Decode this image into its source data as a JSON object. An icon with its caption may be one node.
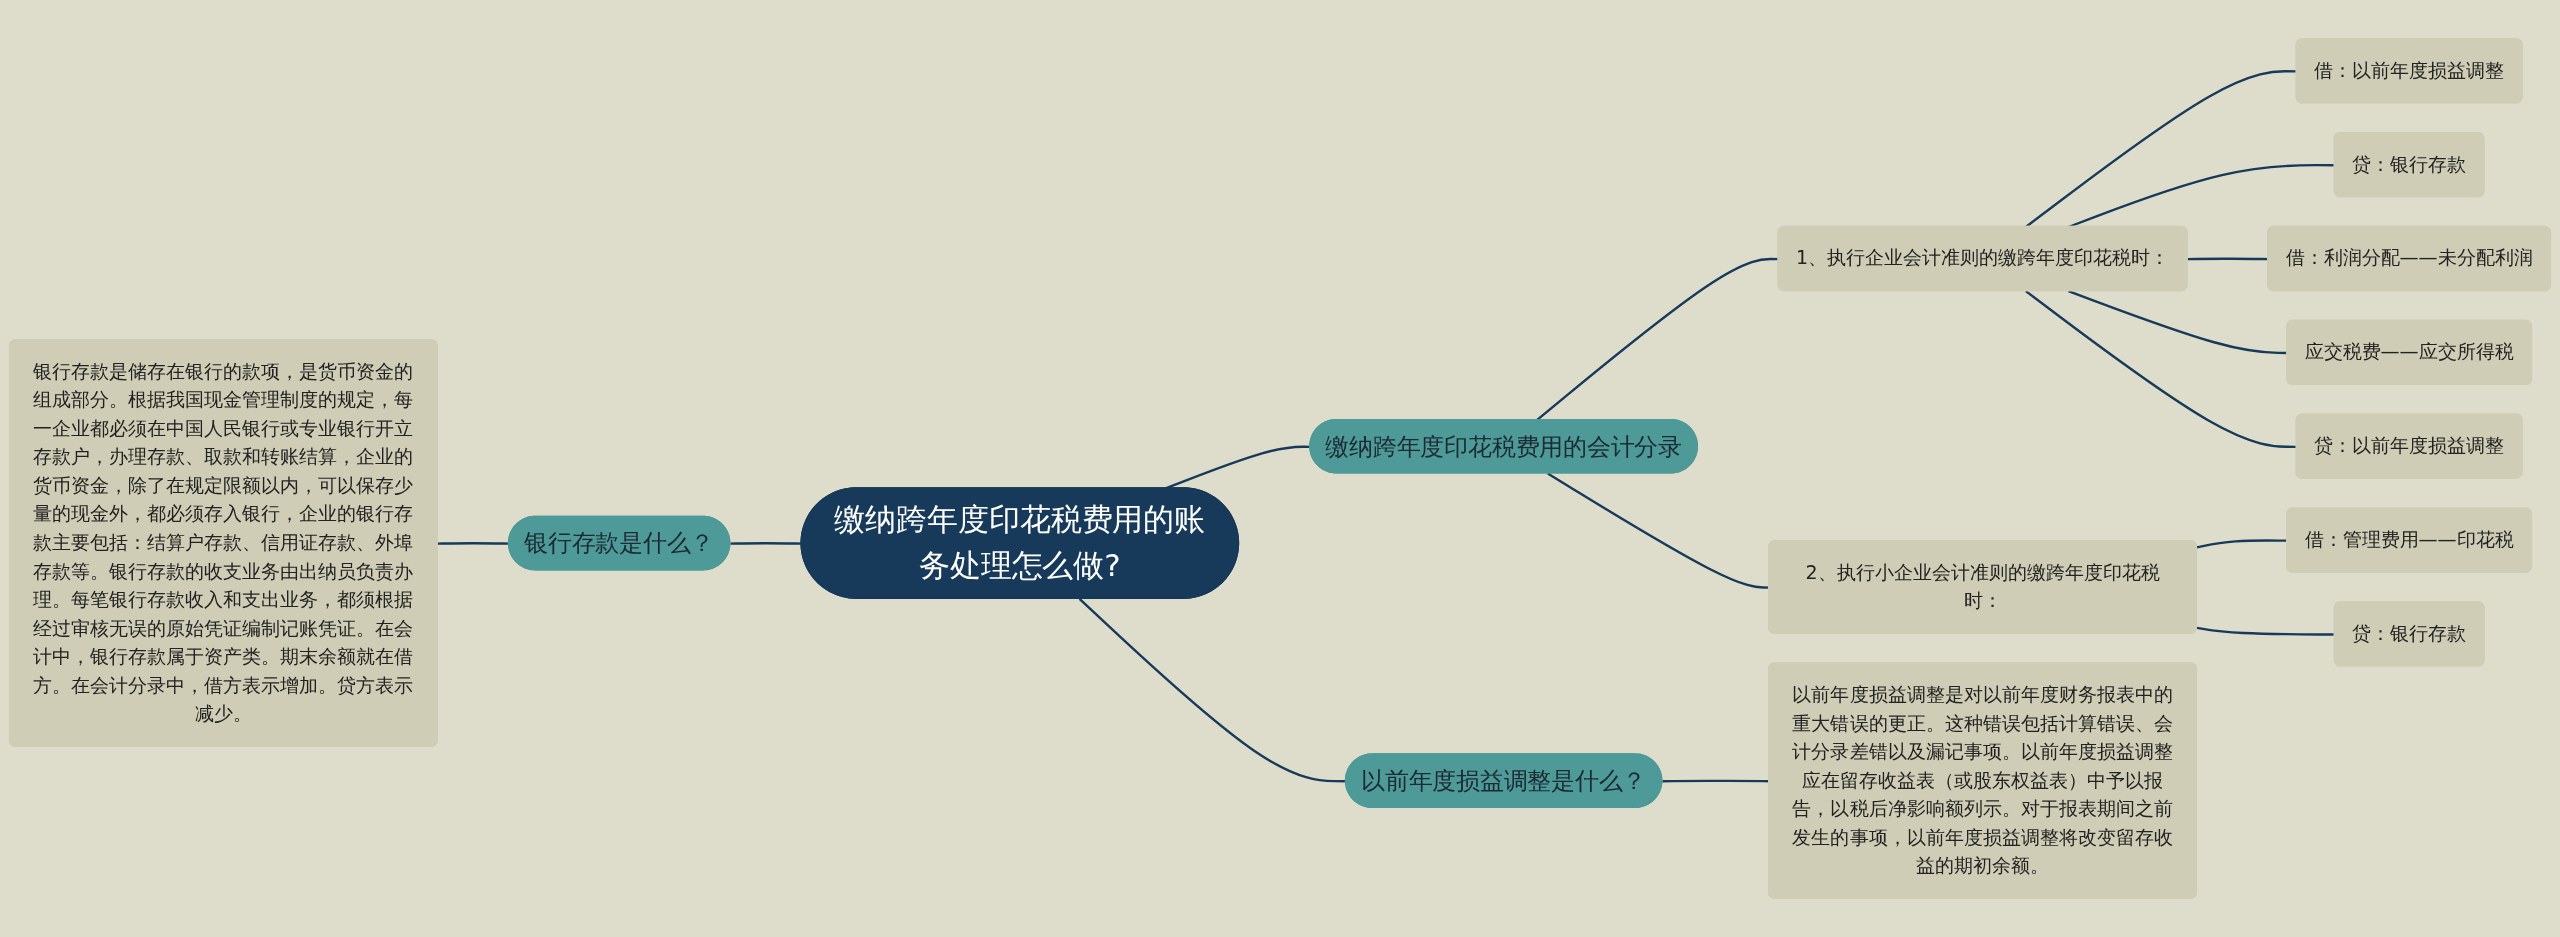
{
  "diagram": {
    "nodes": [
      {
        "text": [
          "缴纳跨年度印花税费用的账务处理怎么做?"
        ]
      },
      {
        "text": [
          "缴纳跨年度印花税费用的会计分录"
        ]
      },
      {
        "text": [
          "1、执行企业会计准则的缴跨年度印花税时："
        ]
      },
      {
        "text": [
          "借：以前年度损益调整"
        ]
      },
      {
        "text": [
          "贷：银行存款"
        ]
      },
      {
        "text": [
          "借：利润分配——未分配利润"
        ]
      },
      {
        "text": [
          "应交税费——应交所得税"
        ]
      },
      {
        "text": [
          "贷：以前年度损益调整"
        ]
      },
      {
        "text": [
          "2、执行小企业会计准则的缴跨年度印花税时："
        ]
      },
      {
        "text": [
          "借：管理费用——印花税"
        ]
      },
      {
        "text": [
          "贷：银行存款"
        ]
      },
      {
        "text": [
          "以前年度损益调整是什么？"
        ]
      },
      {
        "text": [
          "以前年度损益调整是对以前年度财务报表中的重大错误的更正。这种错误包括计算错误、会计分录差错以及漏记事项。以前年度损益调整应在留存收益表（或股东权益表）中予以报告，以税后净影响额列示。对于报表期间之前发生的事项，以前年度损益调整将改变留存收益的期初余额。"
        ]
      },
      {
        "text": [
          "银行存款是什么？"
        ]
      },
      {
        "text": [
          "银行存款是储存在银行的款项，是货币资金的组成部分。根据我国现金管理制度的规定，每一企业都必须在中国人民银行或专业银行开立存款户，办理存款、取款和转账结算，企业的货币资金，除了在规定限额以内，可以保存少量的现金外，都必须存入银行，企业的银行存款主要包括：结算户存款、信用证存款、外埠存款等。银行存款的收支业务由出纳员负责办理。每笔银行存款收入和支出业务，都须根据经过审核无误的原始凭证编制记账凭证。在会计中，银行存款属于资产类。期末余额就在借方。在会计分录中，借方表示增加。贷方表示减少。"
        ]
      }
    ],
    "edges": [
      {
        "from": 0,
        "to": 1,
        "arrow": "none"
      },
      {
        "from": 1,
        "to": 2,
        "arrow": "none"
      },
      {
        "from": 2,
        "to": 3,
        "arrow": "none"
      },
      {
        "from": 2,
        "to": 4,
        "arrow": "none"
      },
      {
        "from": 2,
        "to": 5,
        "arrow": "none"
      },
      {
        "from": 2,
        "to": 6,
        "arrow": "none"
      },
      {
        "from": 2,
        "to": 7,
        "arrow": "none"
      },
      {
        "from": 1,
        "to": 8,
        "arrow": "none"
      },
      {
        "from": 8,
        "to": 9,
        "arrow": "none"
      },
      {
        "from": 8,
        "to": 10,
        "arrow": "none"
      },
      {
        "from": 0,
        "to": 11,
        "arrow": "none"
      },
      {
        "from": 11,
        "to": 12,
        "arrow": "none"
      },
      {
        "from": 0,
        "to": 13,
        "arrow": "none"
      },
      {
        "from": 13,
        "to": 14,
        "arrow": "none"
      }
    ]
  }
}
